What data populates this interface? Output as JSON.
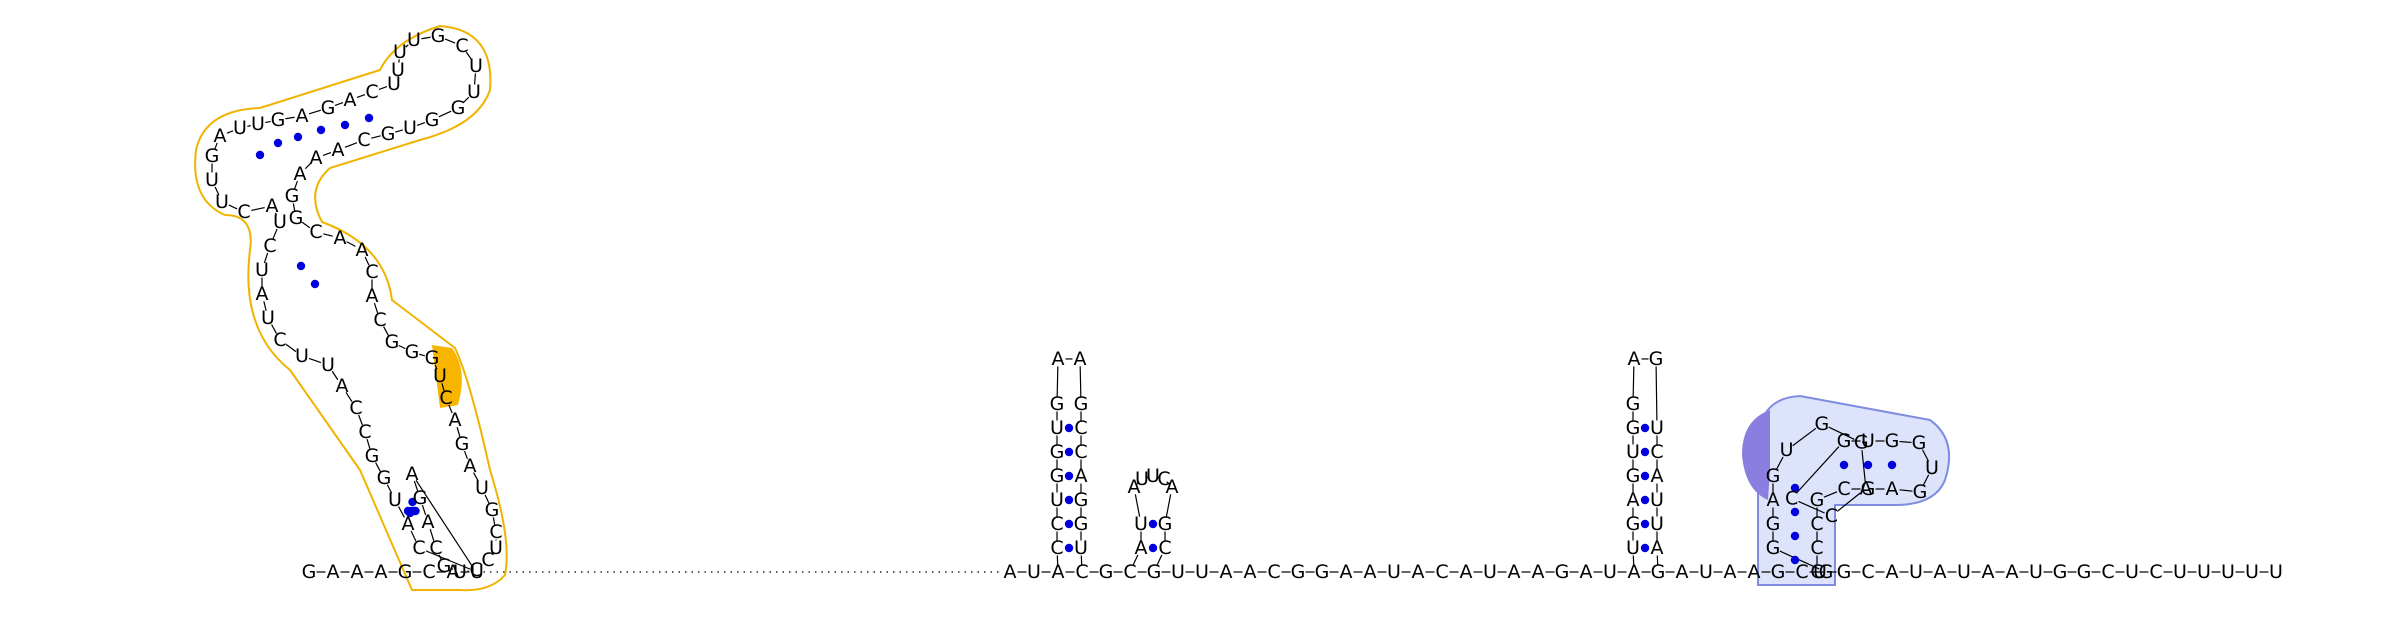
{
  "structure": {
    "type": "rna-secondary-structure",
    "colors": {
      "backbone": "#000000",
      "base_pair_dot": "#0000dd",
      "domain_1_outline": "#f0b400",
      "domain_1_highlight": "#f7b500",
      "domain_2_outline": "#7f8de0",
      "domain_2_fill": "#dde3fb",
      "domain_2_highlight": "#8a7fe0"
    },
    "sequence_5p": "GAAAGCAU",
    "sequence_mid": "AUACGCGUUAACGGAAUACAUAAGAUAGAUAAGCG",
    "sequence_3p": "UGCAUAUAAUGGCUCUUUUU",
    "hairpin_1_stem_5p": "CCUGGUG",
    "hairpin_1_loop": "AA",
    "hairpin_1_stem_3p": "GCCAGGU",
    "hairpin_2_stem_5p": "AU",
    "hairpin_2_loop": "AUUCA",
    "hairpin_2_stem_3p": "GC",
    "hairpin_3_stem_5p": "UGAGUGG",
    "hairpin_3_loop": "AG",
    "hairpin_3_stem_3p": "UCAUUA",
    "domain_1_left_strand": "CAUGGCCAUUCUAUCUACUUGAUUGAGACUUUUGCUUGGUGCAAAGGCAACAC",
    "domain_1_right_strand": "GGGUCAGAUGCUCCUGCAGAU",
    "domain_2_strand": "GGAGUGGACCGUGGUGAGCGCCCCUU"
  }
}
